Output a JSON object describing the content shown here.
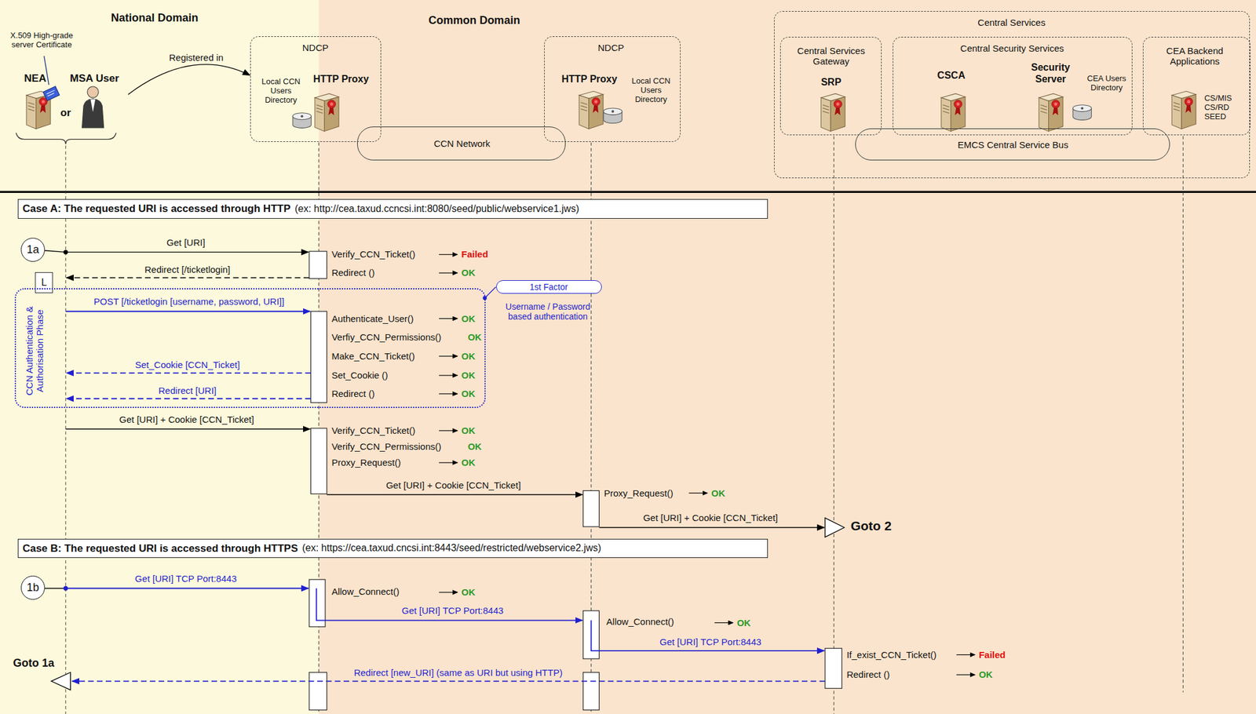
{
  "diagram": {
    "nodes": [
      {
        "text": [
          "National Domain"
        ]
      },
      {
        "text": [
          "Common Domain"
        ]
      },
      {
        "text": [
          "NDCP",
          "Local CCN Users Directory",
          "HTTP Proxy"
        ]
      },
      {
        "text": [
          "CCN Network"
        ],
        "in": 1
      },
      {
        "text": [
          "NDCP",
          "HTTP Proxy",
          "Local CCN Users Directory"
        ],
        "in": 1
      },
      {
        "text": [
          "Central Services"
        ],
        "in": 1
      },
      {
        "text": [
          "Central Services Gateway",
          "SRP"
        ],
        "in": 5
      },
      {
        "text": [
          "Central Security Services",
          "CSCA",
          "Security Server",
          "CEA Users Directory"
        ],
        "in": 5
      },
      {
        "text": [
          "CEA Backend Applications",
          "CS/MIS CS/RD SEED"
        ],
        "in": 5
      },
      {
        "text": [
          "EMCS Central Service Bus"
        ],
        "in": 5
      },
      {
        "text": [
          "Case A: The requested URI is accessed through HTTP",
          "(ex: http://cea.taxud.ccncsi.int:8080/seed/public/webservice1.jws)"
        ]
      },
      {
        "text": [
          "1a"
        ]
      },
      {
        "text": [
          "L"
        ]
      },
      {
        "text": [
          "CCN Authentication & Authorisation Phase"
        ]
      },
      {
        "text": [
          "1st Factor"
        ]
      },
      {
        "text": [
          "Case B: The requested URI is accessed through HTTPS",
          "(ex: https://cea.taxud.cncsi.int:8443/seed/restricted/webservice2.jws)"
        ]
      },
      {
        "text": [
          "1b"
        ]
      }
    ],
    "edges": [
      {
        "from": 14,
        "to": 13,
        "arrow": "none"
      }
    ],
    "labels": [
      "X.509 High-grade server Certificate",
      "NEA",
      "MSA User",
      "or",
      "Registered in",
      "Get [URI]",
      "Verify_CCN_Ticket()",
      "Failed",
      "Redirect [/ticketlogin]",
      "Redirect ()",
      "OK",
      "Username / Password based authentication",
      "POST [/ticketlogin [username, password, URI]]",
      "Authenticate_User()",
      "OK",
      "Verfiy_CCN_Permissions()",
      "OK",
      "Make_CCN_Ticket()",
      "OK",
      "Set_Cookie [CCN_Ticket]",
      "Set_Cookie ()",
      "OK",
      "Redirect [URI]",
      "Redirect ()",
      "OK",
      "Get [URI] + Cookie [CCN_Ticket]",
      "Verify_CCN_Ticket()",
      "OK",
      "Verify_CCN_Permissions()",
      "OK",
      "Proxy_Request()",
      "OK",
      "Get [URI] + Cookie [CCN_Ticket]",
      "Proxy_Request()",
      "OK",
      "Get [URI] + Cookie [CCN_Ticket]",
      "Goto 2",
      "Get [URI] TCP Port:8443",
      "Allow_Connect()",
      "OK",
      "Get [URI] TCP Port:8443",
      "Allow_Connect()",
      "OK",
      "Get [URI] TCP Port:8443",
      "If_exist_CCN_Ticket()",
      "Failed",
      "Goto 1a",
      "Redirect [new_URI] (same as URI but using HTTP)",
      "Redirect ()",
      "OK"
    ]
  }
}
